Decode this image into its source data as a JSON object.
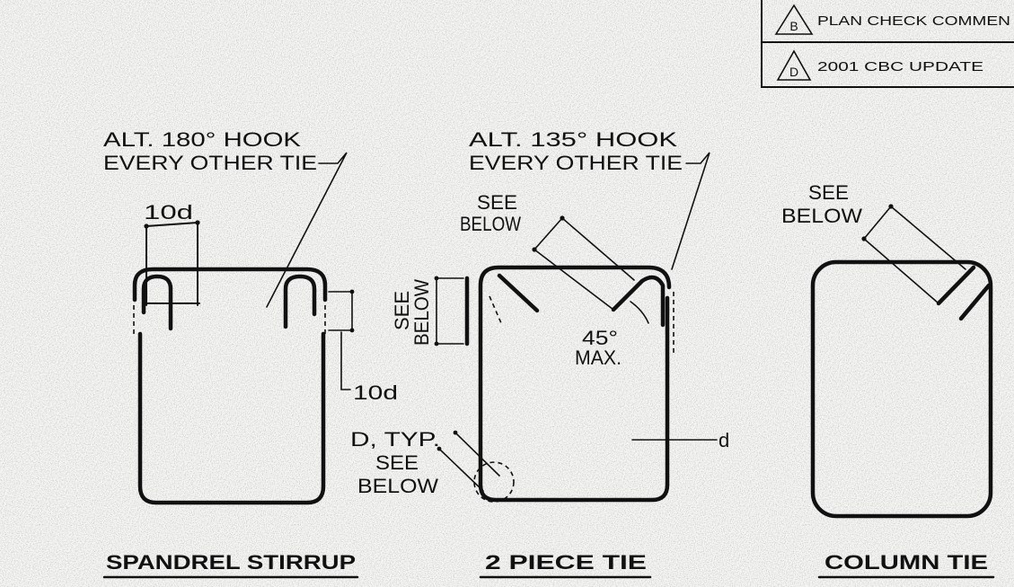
{
  "revision_block": {
    "rows": [
      {
        "mark": "B",
        "description": "PLAN CHECK COMMEN"
      },
      {
        "mark": "D",
        "description": "2001 CBC UPDATE"
      }
    ]
  },
  "spandrel_stirrup": {
    "title": "SPANDREL STIRRUP",
    "hook_note": [
      "ALT. 180° HOOK",
      "EVERY OTHER TIE"
    ],
    "top_dimension": "10d",
    "side_dimension": "10d"
  },
  "two_piece_tie": {
    "title": "2 PIECE TIE",
    "hook_note": [
      "ALT. 135° HOOK",
      "EVERY OTHER TIE"
    ],
    "extension_note": [
      "SEE",
      "BELOW"
    ],
    "side_note": [
      "SEE",
      "BELOW"
    ],
    "angle_note": [
      "45°",
      "MAX."
    ],
    "bend_note": [
      "D, TYP.",
      "SEE",
      "BELOW"
    ],
    "bar_size": "d"
  },
  "column_tie": {
    "title": "COLUMN TIE",
    "extension_note": [
      "SEE",
      "BELOW"
    ]
  }
}
